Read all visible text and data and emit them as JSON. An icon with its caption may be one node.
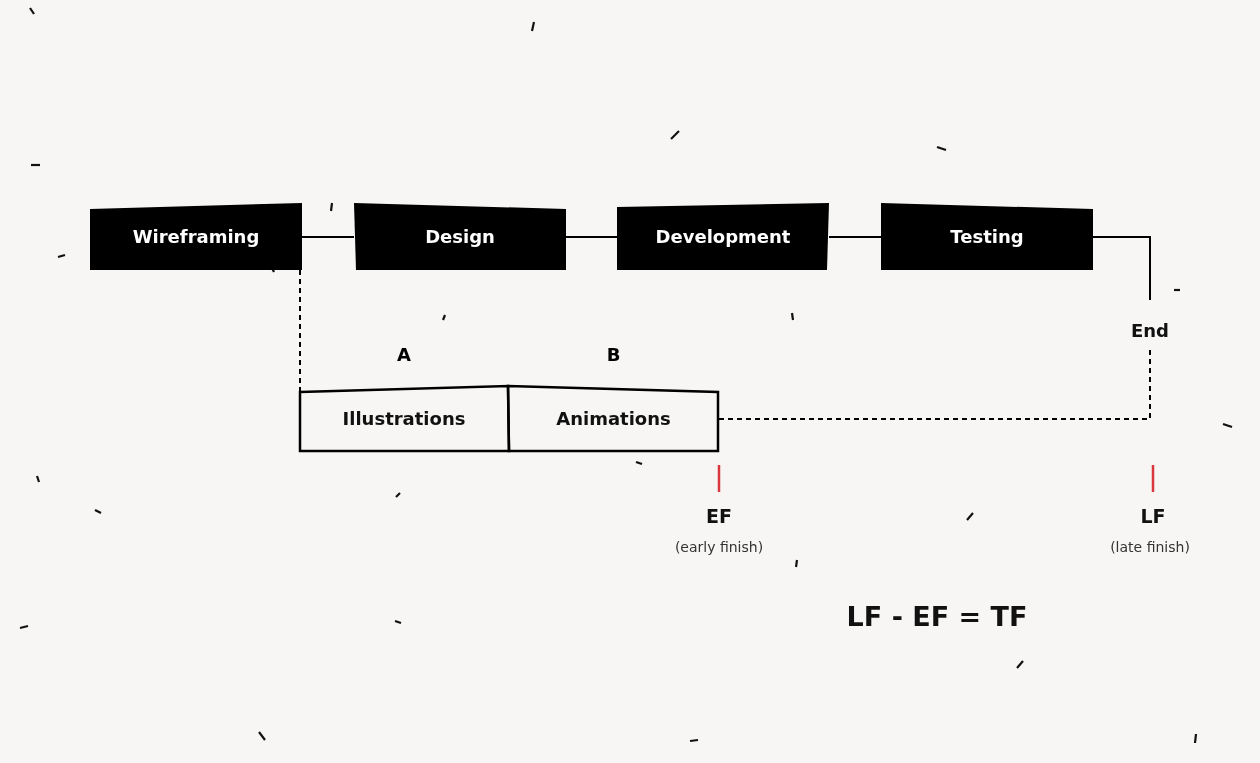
{
  "diagram": {
    "nodes": [
      {
        "text": [
          "Wireframing"
        ]
      },
      {
        "text": [
          "Design"
        ]
      },
      {
        "text": [
          "Development"
        ]
      },
      {
        "text": [
          "Testing"
        ]
      },
      {
        "text": [
          "End"
        ]
      },
      {
        "text": [
          "Illustrations"
        ],
        "beside": [
          "A"
        ]
      },
      {
        "text": [
          "Animations"
        ],
        "beside": [
          "B"
        ]
      }
    ],
    "edges": [
      {
        "from": 0,
        "to": 1,
        "arrow": "none"
      },
      {
        "from": 1,
        "to": 2,
        "arrow": "none"
      },
      {
        "from": 2,
        "to": 3,
        "arrow": "none"
      },
      {
        "from": 3,
        "to": 4,
        "arrow": "none"
      },
      {
        "from": 0,
        "to": 5,
        "arrow": "none",
        "style": "dashed"
      },
      {
        "from": 6,
        "to": 4,
        "arrow": "none",
        "style": "dashed"
      }
    ],
    "labels": [
      "EF",
      "(early finish)",
      "LF",
      "(late finish)",
      "LF - EF = TF"
    ]
  }
}
